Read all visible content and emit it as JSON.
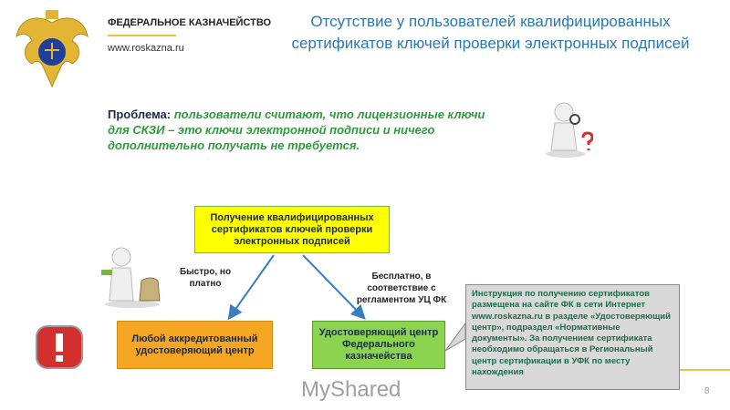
{
  "header": {
    "org_name": "ФЕДЕРАЛЬНОЕ КАЗНАЧЕЙСТВО",
    "site": "www.roskazna.ru",
    "logo_icon": "double-headed-eagle-emblem"
  },
  "title": "Отсутствие у пользователей квалифицированных сертификатов ключей проверки электронных подписей",
  "problem": {
    "label": "Проблема:",
    "text": "пользователи считают, что лицензионные ключи для СКЗИ – это ключи электронной подписи и ничего дополнительно получать не требуется."
  },
  "diagram": {
    "top_box": "Получение квалифицированных сертификатов ключей проверки электронных подписей",
    "left_label": "Быстро, но платно",
    "right_label": "Бесплатно, в соответствие с регламентом УЦ ФК",
    "left_box": "Любой аккредитованный удостоверяющий центр",
    "right_box": "Удостоверяющий центр Федерального казначейства"
  },
  "callout": "Инструкция по получению сертификатов размещена на сайте ФК в сети Интернет www.roskazna.ru в разделе «Удостоверяющий центр», подраздел «Нормативные документы». За получением сертификата необходимо обращаться в Региональный центр сертификации в УФК по месту нахождения",
  "page_number": "8",
  "watermark": "MyShared",
  "colors": {
    "title": "#2a78b0",
    "problem_text": "#2f9a3c",
    "top_box": "#ffff00",
    "left_box": "#f6a623",
    "right_box": "#8cd450",
    "alert": "#d32f2f"
  }
}
